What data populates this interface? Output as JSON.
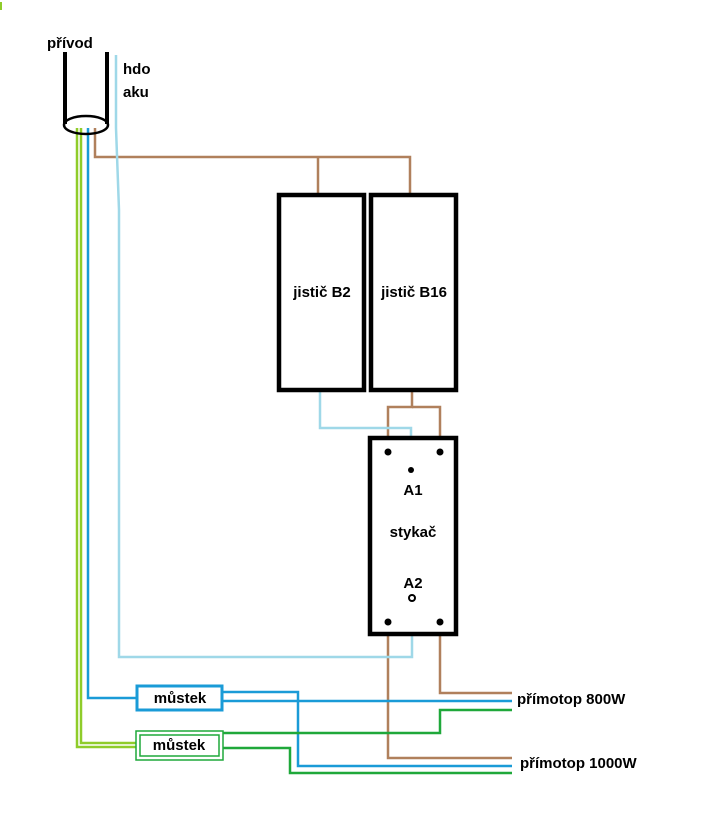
{
  "labels": {
    "supply": "přívod",
    "hdo_line1": "hdo",
    "hdo_line2": "aku",
    "breaker_b2": "jistič B2",
    "breaker_b16": "jistič B16",
    "contactor_a1": "A1",
    "contactor_name": "stykač",
    "contactor_a2": "A2",
    "bridge_blue": "můstek",
    "bridge_green": "můstek",
    "heater_800": "přímotop 800W",
    "heater_1000": "přímotop 1000W"
  },
  "colors": {
    "phase_brown": "#b0805c",
    "neutral_blue": "#1a9bd7",
    "hdo_lightblue": "#9fd8e8",
    "earth_green": "#1fa83a",
    "earth_yellowgreen": "#8fcc2a",
    "outline": "#000000"
  }
}
